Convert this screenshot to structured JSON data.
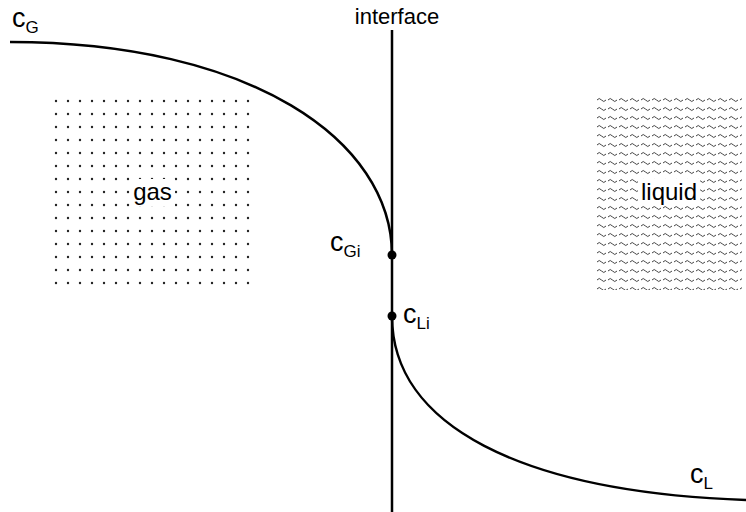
{
  "diagram": {
    "nodes": [
      {
        "text": [
          "gas"
        ]
      },
      {
        "text": [
          "liquid"
        ]
      }
    ],
    "labels": [
      "cG",
      "interface",
      "cGi",
      "cLi",
      "cL"
    ]
  }
}
